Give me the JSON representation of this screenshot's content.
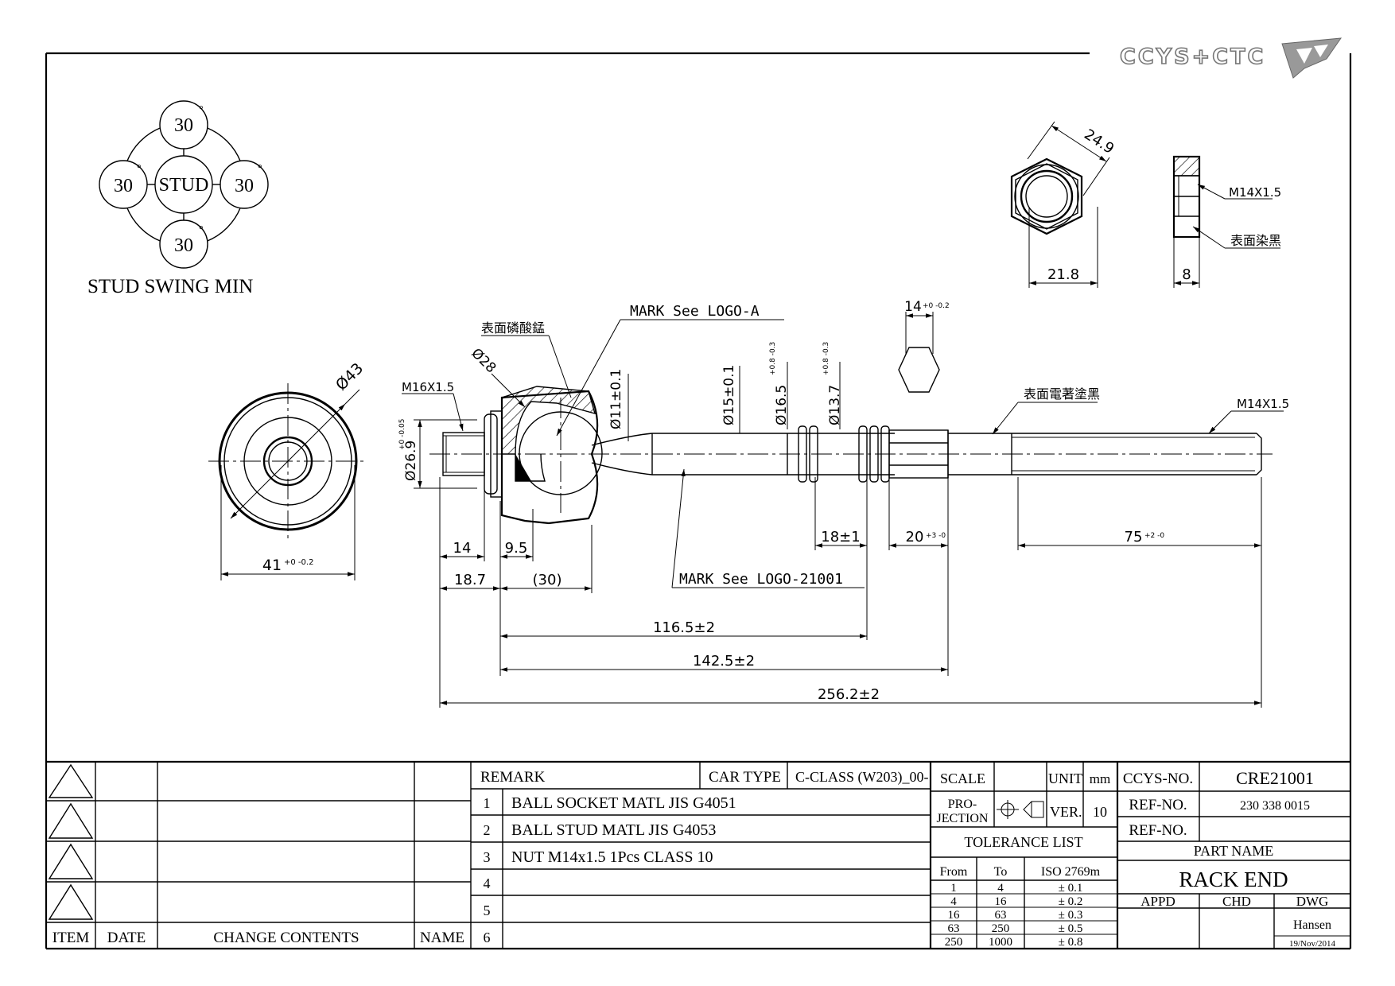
{
  "logo_text": "CCYS+CTC",
  "swing": {
    "center_label": "STUD",
    "angles": [
      "30",
      "30",
      "30",
      "30"
    ],
    "degree_symbol": "°",
    "caption": "STUD SWING MIN"
  },
  "front_view": {
    "dia_label": "Ø43",
    "width_label": "41",
    "width_tol": "+0 -0.2"
  },
  "main_view": {
    "note_phosphate": "表面磷酸錳",
    "note_mark_a": "MARK  See  LOGO-A",
    "note_mark_b": "MARK  See  LOGO-21001",
    "note_black": "表面電著塗黑",
    "thread_left": "M16X1.5",
    "thread_right": "M14X1.5",
    "dia_28": "Ø28",
    "dia_26": "Ø26.9",
    "dia_26_tol": "+0 -0.05",
    "dia_11": "Ø11±0.1",
    "dia_15": "Ø15±0.1",
    "dia_16": "Ø16.5",
    "dia_16_tol": "+0.8 -0.3",
    "dia_13": "Ø13.7",
    "dia_13_tol": "+0.8 -0.3",
    "hex_width": "14",
    "hex_tol": "+0 -0.2",
    "dim_14": "14",
    "dim_9_5": "9.5",
    "dim_18_7": "18.7",
    "dim_30": "(30)",
    "dim_18": "18±1",
    "dim_20": "20",
    "dim_20_tol": "+3 -0",
    "dim_75": "75",
    "dim_75_tol": "+2 -0",
    "dim_116": "116.5±2",
    "dim_142": "142.5±2",
    "dim_256": "256.2±2"
  },
  "nut_view": {
    "across_corners": "24.9",
    "across_flats": "21.8",
    "thickness": "8",
    "thread": "M14X1.5",
    "note": "表面染黑"
  },
  "revision_table": {
    "headers": [
      "ITEM",
      "DATE",
      "CHANGE CONTENTS",
      "NAME"
    ]
  },
  "remark": {
    "label": "REMARK",
    "car_type_label": "CAR TYPE",
    "car_type": "C-CLASS (W203)_00-",
    "rows": [
      {
        "no": "1",
        "text": "BALL SOCKET MATL JIS G4051"
      },
      {
        "no": "2",
        "text": "BALL STUD MATL JIS G4053"
      },
      {
        "no": "3",
        "text": "NUT M14x1.5 1Pcs CLASS 10"
      },
      {
        "no": "4",
        "text": ""
      },
      {
        "no": "5",
        "text": ""
      },
      {
        "no": "6",
        "text": ""
      }
    ]
  },
  "scale_block": {
    "scale_label": "SCALE",
    "scale_value": "",
    "unit_label": "UNIT",
    "unit_value": "mm",
    "projection_label_1": "PRO-",
    "projection_label_2": "JECTION",
    "ver_label": "VER.",
    "ver_value": "10"
  },
  "tolerance": {
    "title": "TOLERANCE LIST",
    "headers": [
      "From",
      "To",
      "ISO 2769m"
    ],
    "rows": [
      [
        "1",
        "4",
        "± 0.1"
      ],
      [
        "4",
        "16",
        "± 0.2"
      ],
      [
        "16",
        "63",
        "± 0.3"
      ],
      [
        "63",
        "250",
        "± 0.5"
      ],
      [
        "250",
        "1000",
        "± 0.8"
      ]
    ]
  },
  "title_block": {
    "ccys_no_label": "CCYS-NO.",
    "ccys_no": "CRE21001",
    "ref_no_label": "REF-NO.",
    "ref_no_1": "230 338 0015",
    "ref_no_label_2": "REF-NO.",
    "ref_no_2": "",
    "part_name_label": "PART NAME",
    "part_name": "RACK END",
    "appd_label": "APPD",
    "chd_label": "CHD",
    "dwg_label": "DWG",
    "appd": "",
    "chd": "",
    "dwg": "Hansen",
    "date": "19/Nov/2014"
  }
}
